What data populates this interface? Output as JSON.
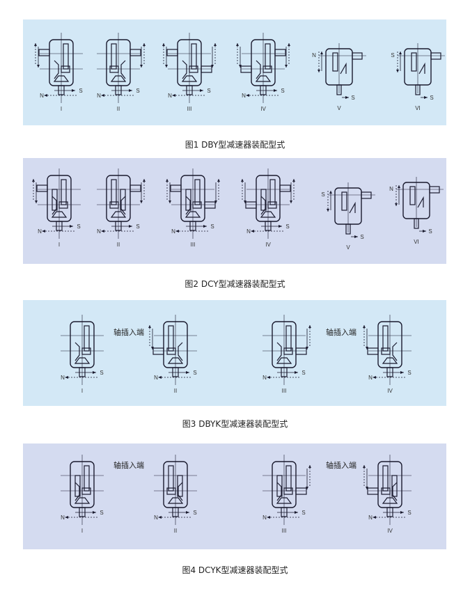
{
  "figures": [
    {
      "caption": "图1 DBY型减速器装配型式",
      "variants": [
        "I",
        "II",
        "III",
        "IV",
        "V",
        "VI"
      ]
    },
    {
      "caption": "图2 DCY型减速器装配型式",
      "variants": [
        "I",
        "II",
        "III",
        "IV",
        "V",
        "VI"
      ]
    },
    {
      "caption": "图3 DBYK型减速器装配型式",
      "variants": [
        "I",
        "II",
        "III",
        "IV"
      ],
      "shaft_label": "轴插入端"
    },
    {
      "caption": "图4 DCYK型减速器装配型式",
      "variants": [
        "I",
        "II",
        "III",
        "IV"
      ],
      "shaft_label": "轴插入端"
    }
  ],
  "direction_labels": {
    "north": "N",
    "south": "S"
  },
  "colors": {
    "line": "#1a1a2e",
    "panel_blue": "#d3e8f6",
    "panel_lavender": "#d4dbf0"
  }
}
